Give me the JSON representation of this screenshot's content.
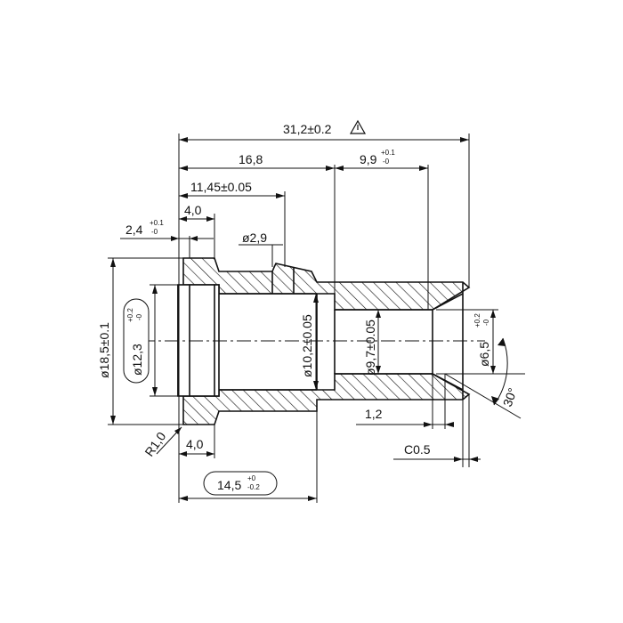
{
  "drawing": {
    "type": "technical-drawing",
    "subject": "stepped bushing cross-section",
    "dimensions": {
      "overall_length": {
        "text": "31,2±0.2",
        "symbol": "warning-triangle"
      },
      "len_16_8": {
        "text": "16,8"
      },
      "len_9_9": {
        "text": "9,9",
        "upper": "+0.1",
        "lower": "-0"
      },
      "len_11_45": {
        "text": "11,45±0.05"
      },
      "len_4_top": {
        "text": "4,0"
      },
      "len_2_4": {
        "text": "2,4",
        "upper": "+0.1",
        "lower": "-0"
      },
      "dia_2_9": {
        "text": "ø2,9"
      },
      "dia_18_5": {
        "text": "ø18,5±0.1"
      },
      "dia_12_3": {
        "text": "ø12,3",
        "upper": "+0.2",
        "lower": "-0"
      },
      "dia_10_2": {
        "text": "ø10,2±0.05"
      },
      "dia_9_7": {
        "text": "ø9,7±0.05"
      },
      "dia_6_5": {
        "text": "ø6,5",
        "upper": "+0.2",
        "lower": "-0"
      },
      "angle": {
        "text": "30°"
      },
      "len_1_2": {
        "text": "1,2"
      },
      "chamfer": {
        "text": "C0.5"
      },
      "radius": {
        "text": "R1,0"
      },
      "len_4_bottom": {
        "text": "4,0"
      },
      "len_14_5": {
        "text": "14,5",
        "upper": "+0",
        "lower": "-0.2"
      }
    }
  }
}
